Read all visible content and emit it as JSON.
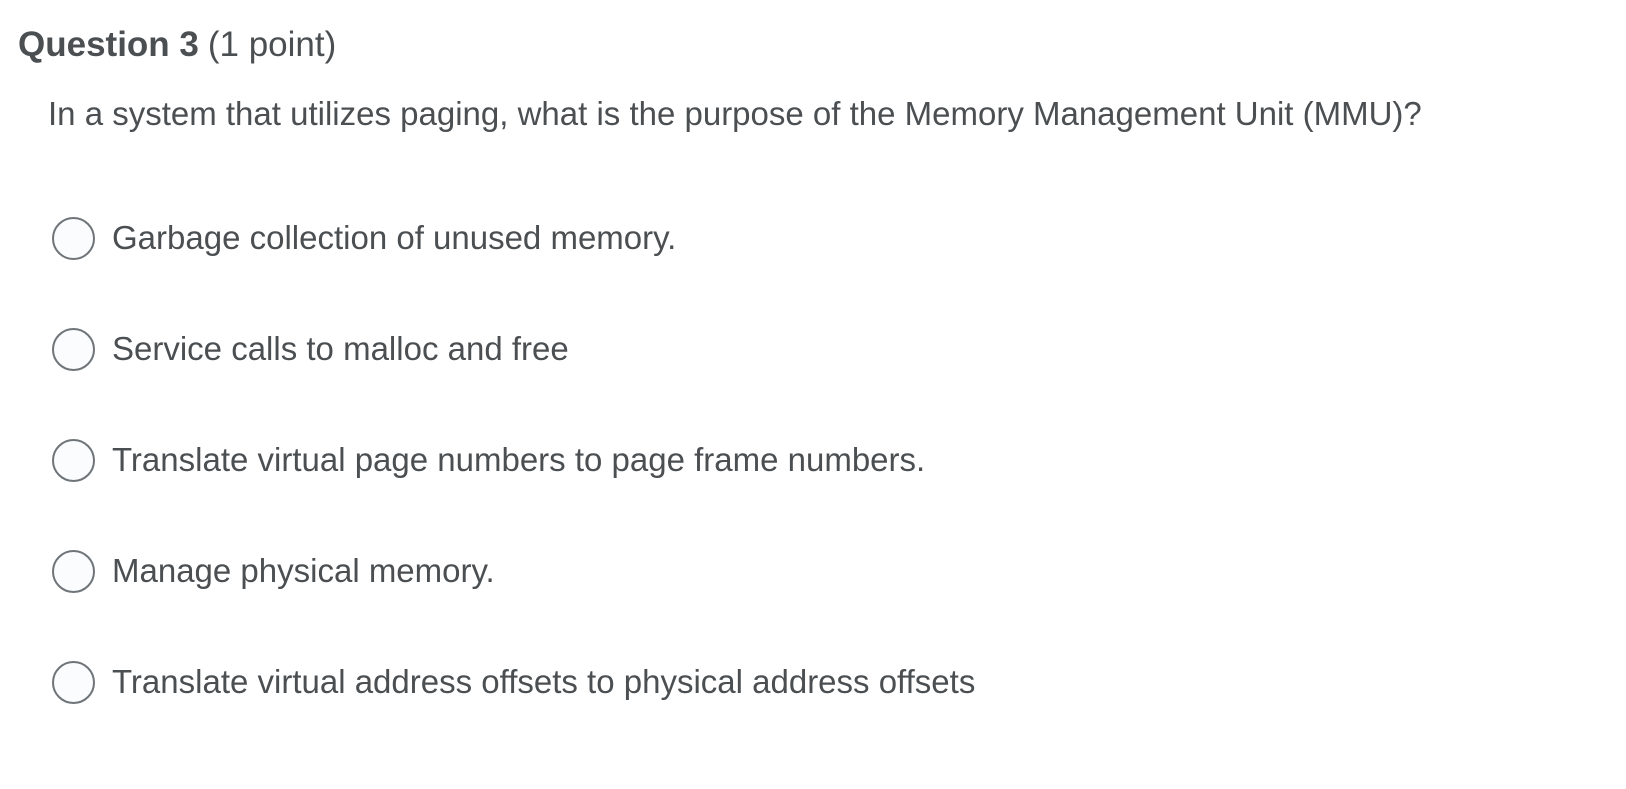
{
  "header": {
    "number_label": "Question 3",
    "points_label": "(1 point)"
  },
  "question": {
    "text": "In a system that utilizes paging, what is the purpose of the Memory Management Unit (MMU)?"
  },
  "options": [
    "Garbage collection of unused memory.",
    "Service calls to malloc and free",
    "Translate virtual page numbers to page frame numbers.",
    "Manage physical memory.",
    "Translate virtual address offsets to physical address offsets"
  ],
  "selected_option_index": null,
  "colors": {
    "text": "#4b4f52",
    "radio_border": "#6e7478",
    "radio_fill": "#fafcfe",
    "background": "#ffffff"
  }
}
